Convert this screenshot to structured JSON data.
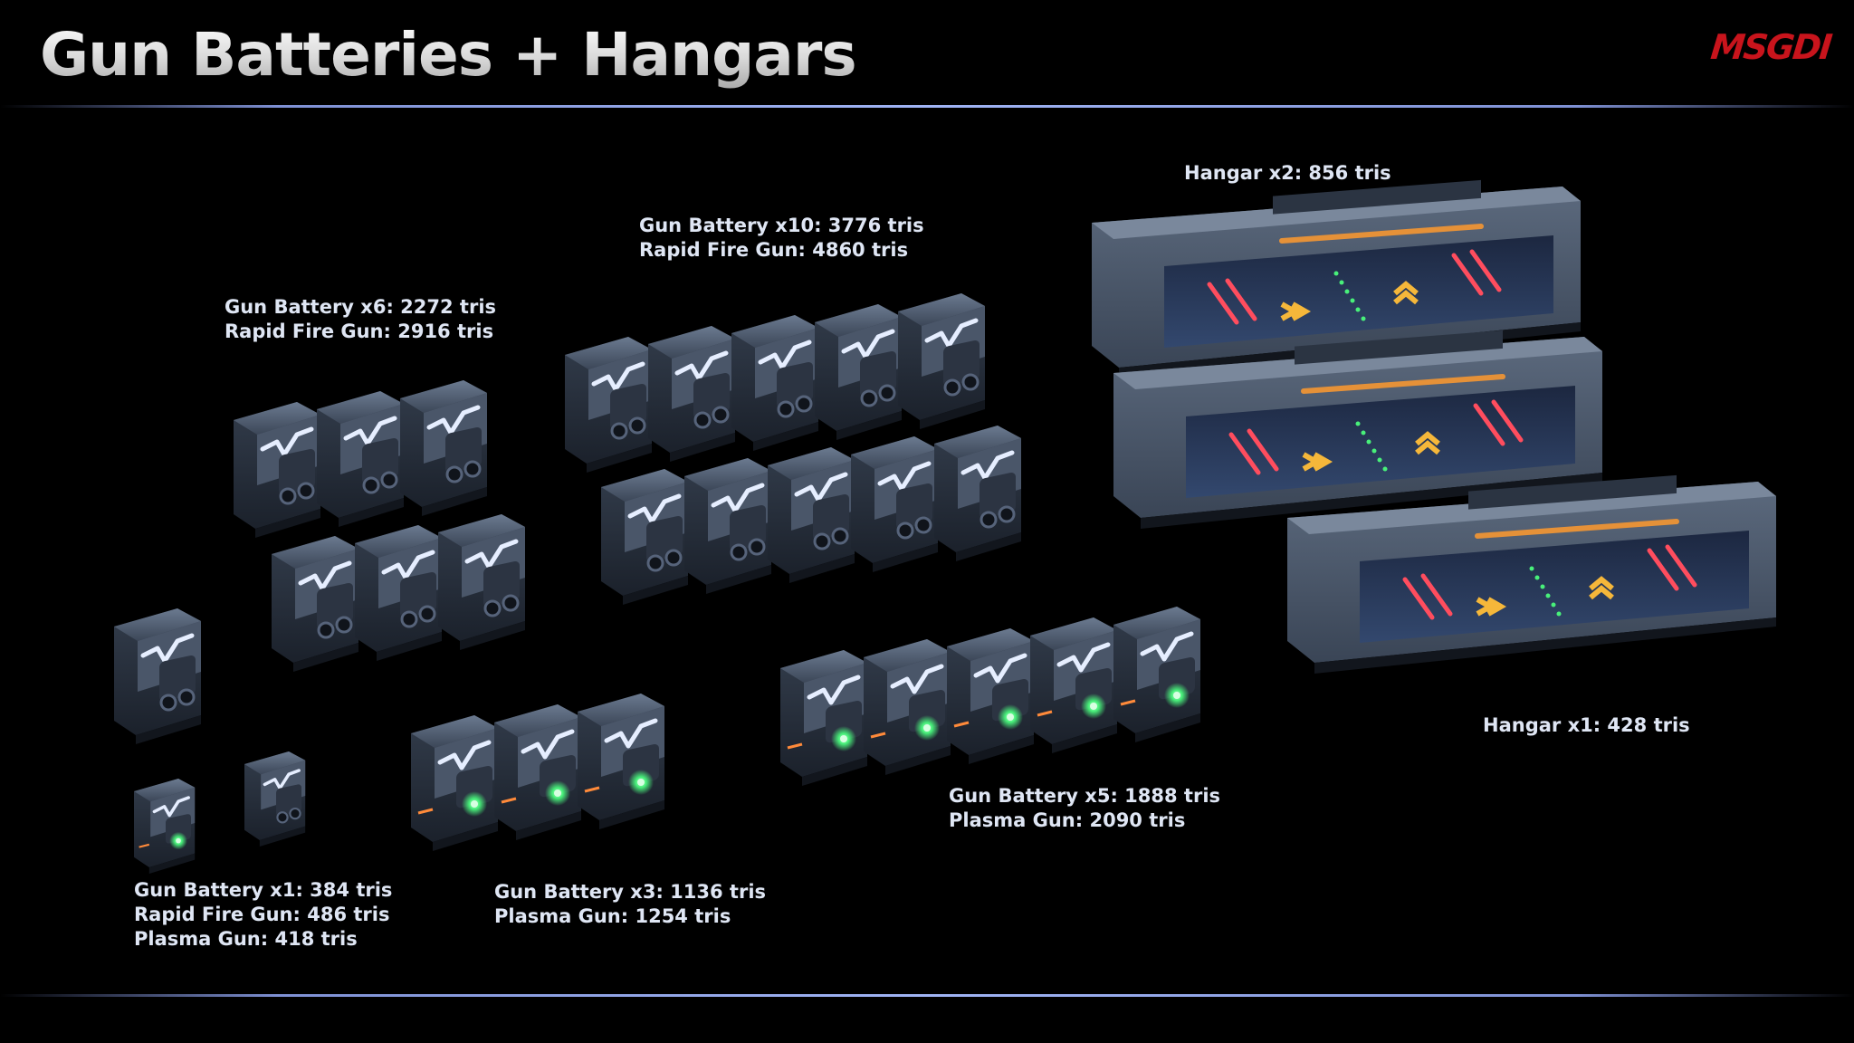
{
  "slide": {
    "title": "Gun Batteries + Hangars",
    "logo": "MSGDI",
    "accent": "#c8141c",
    "rule_color": "#a0b4f5"
  },
  "captions": {
    "x1": {
      "line1": "Gun Battery x1: 384 tris",
      "line2": "Rapid Fire Gun: 486 tris",
      "line3": "Plasma Gun: 418 tris"
    },
    "x3": {
      "line1": "Gun Battery x3: 1136 tris",
      "line2": "Plasma Gun: 1254 tris"
    },
    "x5": {
      "line1": "Gun Battery x5: 1888 tris",
      "line2": "Plasma Gun: 2090 tris"
    },
    "x6": {
      "line1": "Gun Battery x6: 2272 tris",
      "line2": "Rapid Fire Gun: 2916 tris"
    },
    "x10": {
      "line1": "Gun Battery x10: 3776 tris",
      "line2": "Rapid Fire Gun: 4860 tris"
    },
    "hangar2": {
      "line1": "Hangar x2: 856 tris"
    },
    "hangar1": {
      "line1": "Hangar x1: 428 tris"
    }
  },
  "render": {
    "metal_color": "#3a4556",
    "light_color": "#dfe8ff",
    "plasma_glow": "#48f07a",
    "hangar_strip": "#ff9a2e",
    "chevron_color": "#f5b73a"
  }
}
